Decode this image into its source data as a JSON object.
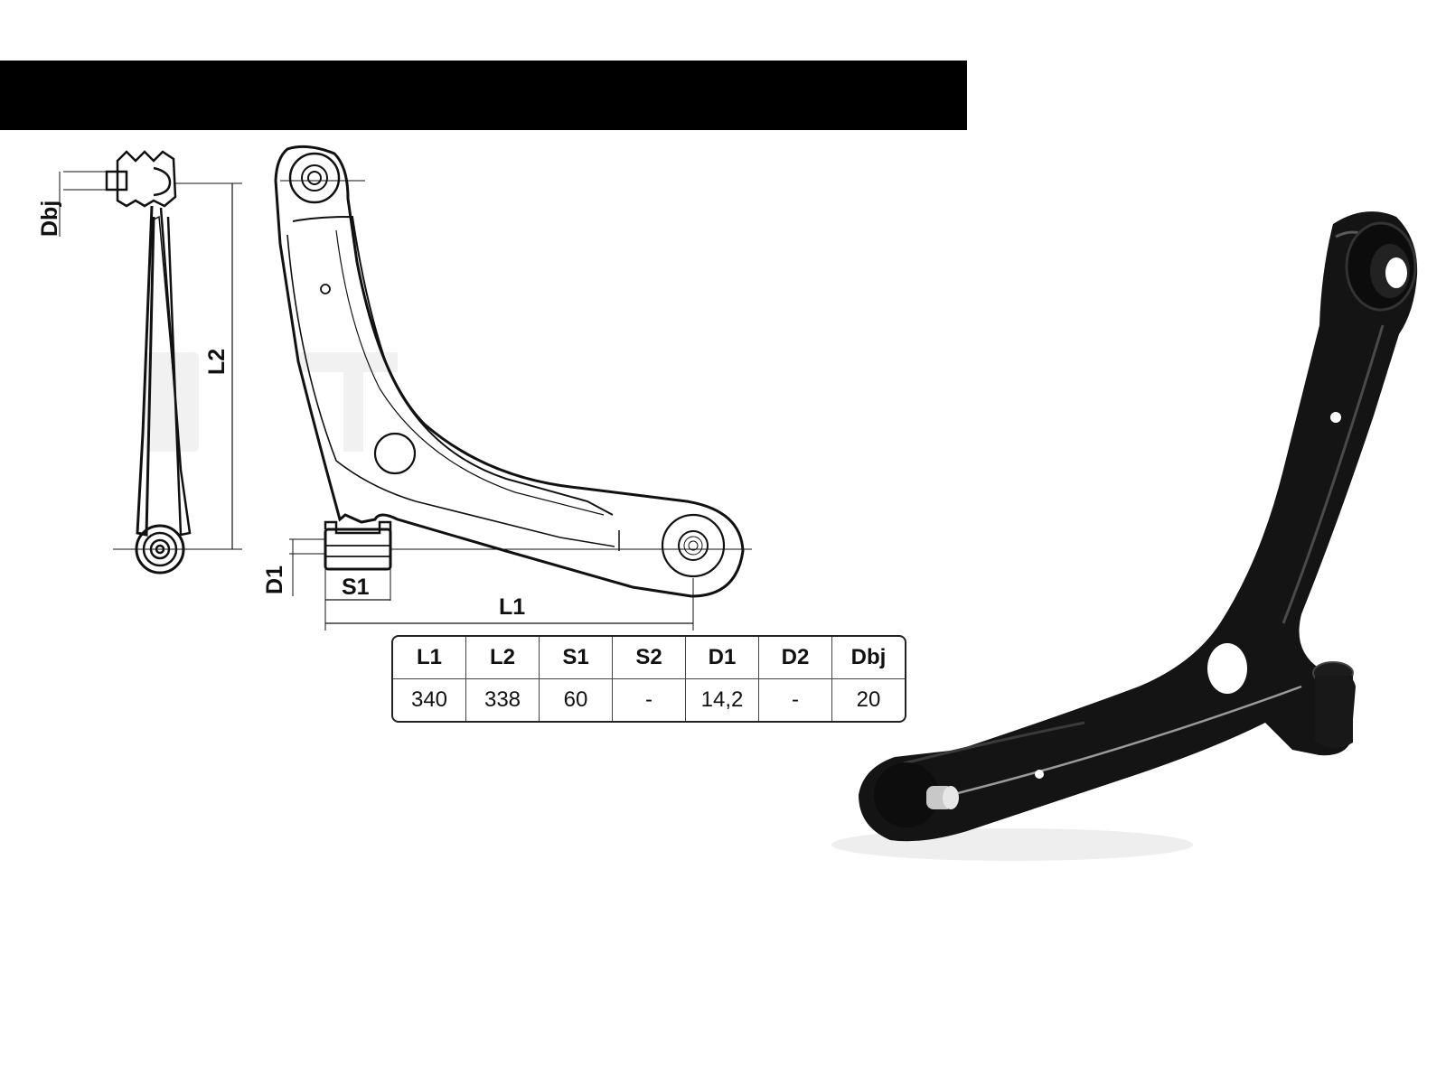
{
  "diagram": {
    "dimension_labels": {
      "dbj": "Dbj",
      "l2": "L2",
      "d1": "D1",
      "s1": "S1",
      "l1": "L1"
    }
  },
  "spec_table": {
    "headers": [
      "L1",
      "L2",
      "S1",
      "S2",
      "D1",
      "D2",
      "Dbj"
    ],
    "values": [
      "340",
      "338",
      "60",
      "-",
      "14,2",
      "-",
      "20"
    ]
  },
  "colors": {
    "header_bar": "#000000",
    "drawing_line": "#111111",
    "part_body": "#141414"
  },
  "icons": [
    "control-arm-side-view-drawing",
    "control-arm-top-view-drawing",
    "control-arm-photo"
  ]
}
